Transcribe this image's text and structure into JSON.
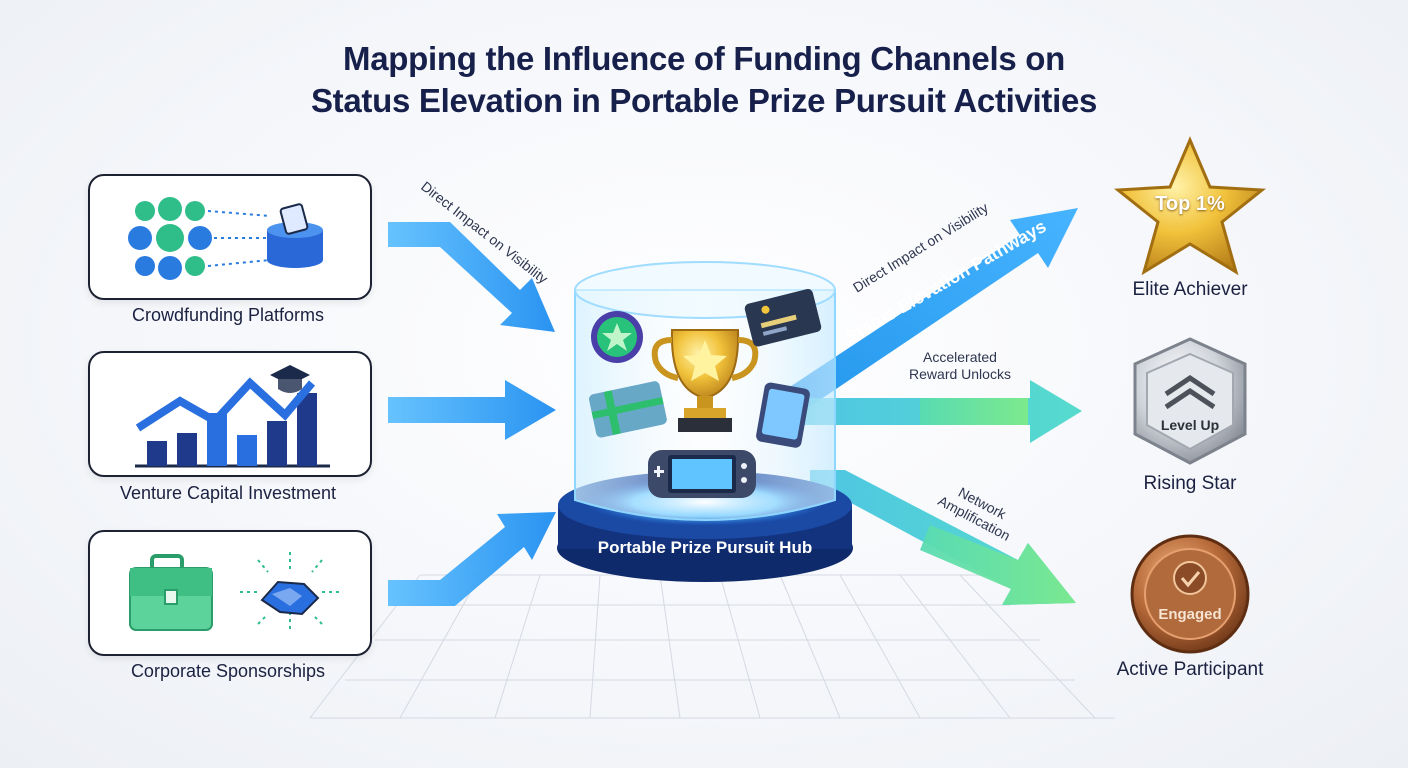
{
  "title": {
    "line1": "Mapping the Influence of Funding Channels on",
    "line2": "Status Elevation in Portable Prize Pursuit Activities"
  },
  "sources": [
    {
      "label": "Crowdfunding Platforms",
      "icon": "crowd-coins-icon"
    },
    {
      "label": "Venture Capital Investment",
      "icon": "growth-chart-icon"
    },
    {
      "label": "Corporate Sponsorships",
      "icon": "briefcase-handshake-icon"
    }
  ],
  "hub": {
    "label": "Portable Prize Pursuit Hub"
  },
  "flows": {
    "in_top": "Direct Impact on Visibility",
    "out_top": "Direct Impact on Visibility",
    "pathway": "Status Elevation Pathways",
    "out_mid_line1": "Accelerated",
    "out_mid_line2": "Reward Unlocks",
    "out_bottom_line1": "Network",
    "out_bottom_line2": "Amplification"
  },
  "tiers": [
    {
      "badge": "Top 1%",
      "label": "Elite Achiever",
      "color": "#e8b22c"
    },
    {
      "badge": "Level Up",
      "label": "Rising Star",
      "color": "#b9bec6"
    },
    {
      "badge": "Engaged",
      "label": "Active Participant",
      "color": "#b0693a"
    }
  ],
  "colors": {
    "blue": "#1f8ef0",
    "teal": "#39c7d6",
    "green": "#6fe38c",
    "navy": "#16204a"
  }
}
